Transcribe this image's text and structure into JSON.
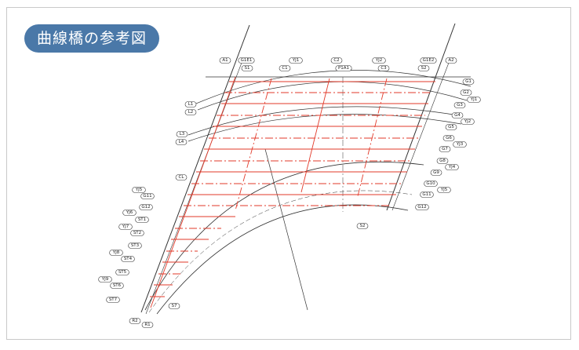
{
  "title": "曲線橋の参考図",
  "labels": {
    "top": [
      {
        "id": "a1",
        "text": "A1"
      },
      {
        "id": "g1t",
        "text": "G1E1"
      },
      {
        "id": "s1",
        "text": "S1"
      },
      {
        "id": "yj1",
        "text": "YJ1"
      },
      {
        "id": "c1",
        "text": "C1"
      },
      {
        "id": "c2",
        "text": "C2"
      },
      {
        "id": "center",
        "text": "P1A1"
      },
      {
        "id": "yj2",
        "text": "YJ2"
      },
      {
        "id": "c3",
        "text": "C3"
      },
      {
        "id": "g2t",
        "text": "G1E2"
      },
      {
        "id": "a2",
        "text": "A2"
      },
      {
        "id": "s2t",
        "text": "S2"
      }
    ],
    "right": [
      {
        "id": "r-g1",
        "text": "G1"
      },
      {
        "id": "r-g2",
        "text": "G2"
      },
      {
        "id": "r-yj1",
        "text": "YJ1"
      },
      {
        "id": "r-g3",
        "text": "G3"
      },
      {
        "id": "r-g4",
        "text": "G4"
      },
      {
        "id": "r-yj2",
        "text": "YJ2"
      },
      {
        "id": "r-g5",
        "text": "G5"
      },
      {
        "id": "r-g6",
        "text": "G6"
      },
      {
        "id": "r-yj3",
        "text": "YJ3"
      },
      {
        "id": "r-g7",
        "text": "G7"
      },
      {
        "id": "r-g8",
        "text": "G8"
      },
      {
        "id": "r-yj4",
        "text": "YJ4"
      },
      {
        "id": "r-g9",
        "text": "G9"
      },
      {
        "id": "r-g10",
        "text": "G10"
      },
      {
        "id": "r-yj5",
        "text": "YJ5"
      },
      {
        "id": "r-g11",
        "text": "G11"
      },
      {
        "id": "r-g12",
        "text": "G12"
      }
    ],
    "left": [
      {
        "id": "l1",
        "text": "L1"
      },
      {
        "id": "l2",
        "text": "L2"
      },
      {
        "id": "l3",
        "text": "L3"
      },
      {
        "id": "l4",
        "text": "L4"
      },
      {
        "id": "cl",
        "text": "CL"
      },
      {
        "id": "l-yj5",
        "text": "YJ5"
      },
      {
        "id": "l-g11",
        "text": "G11"
      },
      {
        "id": "l-g12",
        "text": "G12"
      },
      {
        "id": "l-yj6",
        "text": "YJ6"
      },
      {
        "id": "l-st1",
        "text": "ST1"
      },
      {
        "id": "l-yj7",
        "text": "YJ7"
      },
      {
        "id": "l-st2",
        "text": "ST2"
      },
      {
        "id": "l-st3",
        "text": "ST3"
      },
      {
        "id": "l-yj8",
        "text": "YJ8"
      },
      {
        "id": "l-st4",
        "text": "ST4"
      },
      {
        "id": "l-st5",
        "text": "ST5"
      },
      {
        "id": "l-yj9",
        "text": "YJ9"
      },
      {
        "id": "l-st6",
        "text": "ST6"
      },
      {
        "id": "l-st7",
        "text": "ST7"
      },
      {
        "id": "r2",
        "text": "R2"
      },
      {
        "id": "r1",
        "text": "R1"
      },
      {
        "id": "s7",
        "text": "S7"
      },
      {
        "id": "s2b",
        "text": "S2"
      }
    ]
  },
  "colors": {
    "line": "#333333",
    "red": "#e23a2a",
    "badge": "#4a78a8"
  }
}
